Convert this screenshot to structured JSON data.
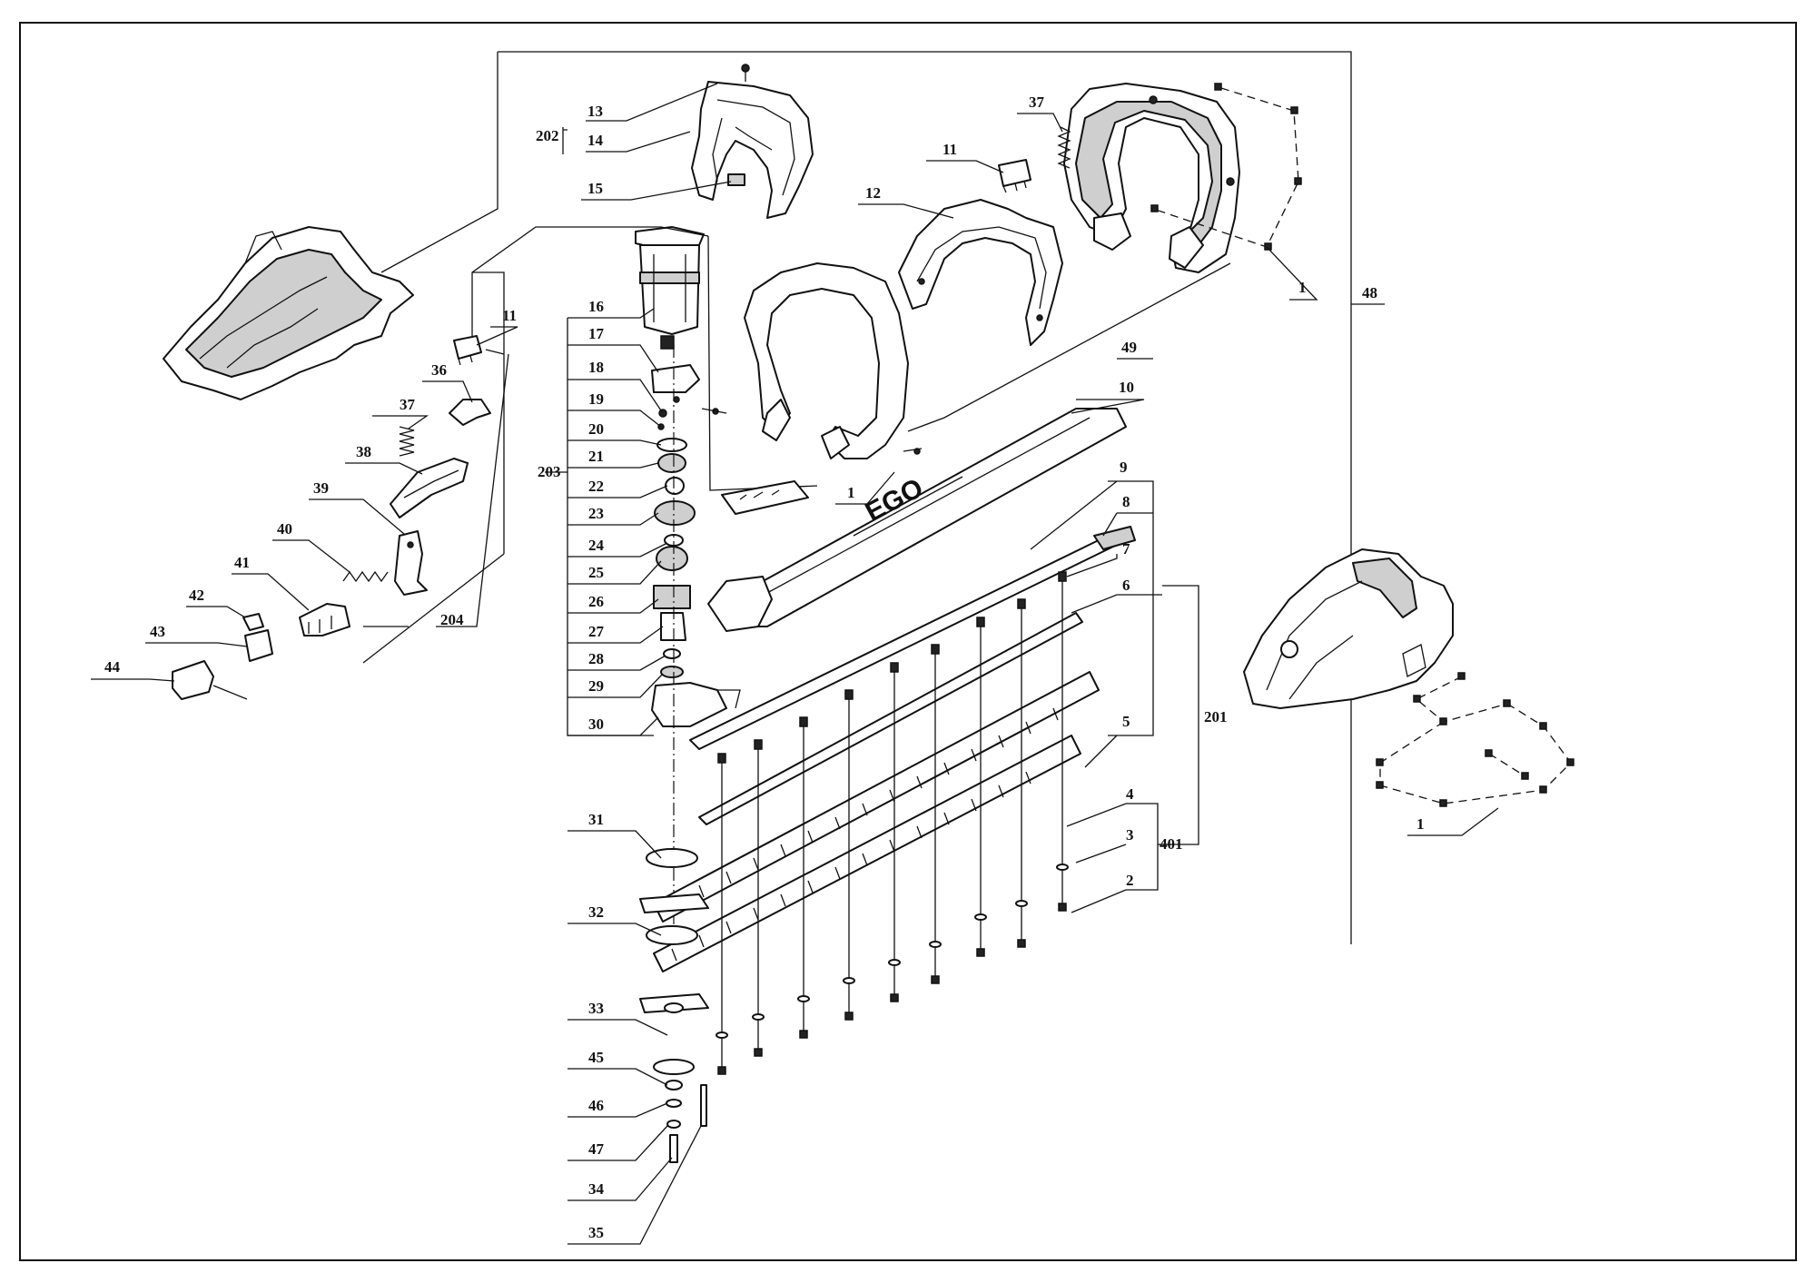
{
  "labels": {
    "l1a": "1",
    "l1b": "1",
    "l1c": "1",
    "l2": "2",
    "l3": "3",
    "l4": "4",
    "l5": "5",
    "l6": "6",
    "l7": "7",
    "l8": "8",
    "l9": "9",
    "l10": "10",
    "l11a": "11",
    "l11b": "11",
    "l12": "12",
    "l13": "13",
    "l14": "14",
    "l15": "15",
    "l16": "16",
    "l17": "17",
    "l18": "18",
    "l19": "19",
    "l20": "20",
    "l21": "21",
    "l22": "22",
    "l23": "23",
    "l24": "24",
    "l25": "25",
    "l26": "26",
    "l27": "27",
    "l28": "28",
    "l29": "29",
    "l30": "30",
    "l31": "31",
    "l32": "32",
    "l33": "33",
    "l34": "34",
    "l35": "35",
    "l36": "36",
    "l37a": "37",
    "l37b": "37",
    "l38": "38",
    "l39": "39",
    "l40": "40",
    "l41": "41",
    "l42": "42",
    "l43": "43",
    "l44": "44",
    "l45": "45",
    "l46": "46",
    "l47": "47",
    "l48": "48",
    "l49": "49",
    "l201": "201",
    "l202": "202",
    "l203": "203",
    "l204": "204",
    "l401": "401"
  },
  "blade_cover_text": "EGO"
}
